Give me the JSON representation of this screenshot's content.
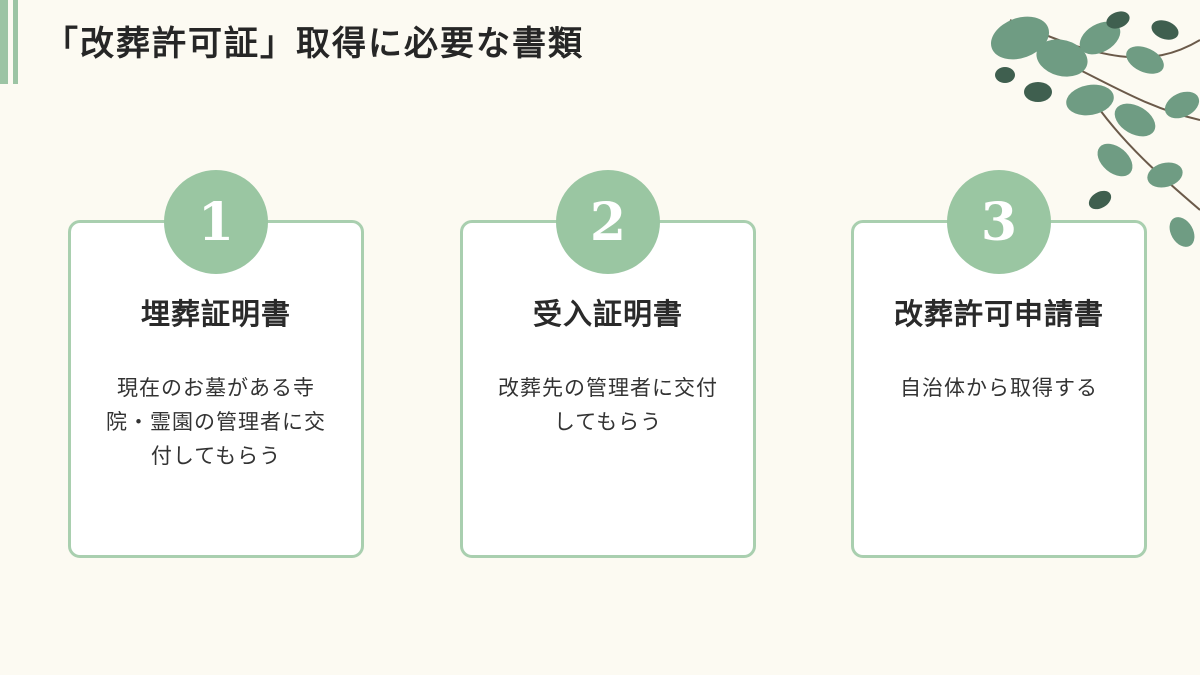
{
  "page": {
    "title": "「改葬許可証」取得に必要な書類"
  },
  "theme": {
    "background": "#fcfaf2",
    "accent": "#9ac6a2",
    "card_border": "#a9cfaf",
    "leaf_color": "#5f8f75"
  },
  "decoration": {
    "icon": "eucalyptus-leaves-icon"
  },
  "steps": [
    {
      "number": "1",
      "title": "埋葬証明書",
      "desc_lines": [
        "現在のお墓がある寺",
        "院・霊園の管理者に交",
        "付してもらう"
      ]
    },
    {
      "number": "2",
      "title": "受入証明書",
      "desc_lines": [
        "改葬先の管理者に交付",
        "してもらう"
      ]
    },
    {
      "number": "3",
      "title": "改葬許可申請書",
      "desc_lines": [
        "自治体から取得する"
      ]
    }
  ]
}
